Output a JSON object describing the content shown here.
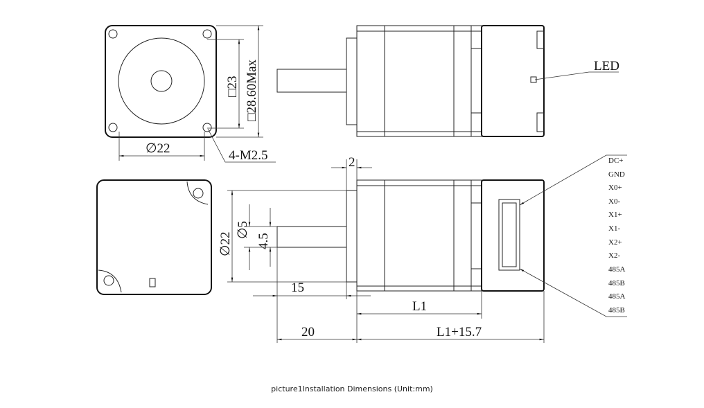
{
  "labels": {
    "sq23": "□23",
    "sq2860": "□28.60Max",
    "dia22_top": "∅22",
    "m25": "4-M2.5",
    "led": "LED",
    "gap2": "2",
    "dia22_side": "∅22",
    "dia5": "∅5",
    "d45": "4.5",
    "d15": "15",
    "l1": "L1",
    "d20": "20",
    "l1plus": "L1+15.7"
  },
  "pins": [
    "DC+",
    "GND",
    "X0+",
    "X0-",
    "X1+",
    "X1-",
    "X2+",
    "X2-",
    "485A",
    "485B",
    "485A",
    "485B"
  ],
  "caption": "picture1Installation Dimensions (Unit:mm)"
}
